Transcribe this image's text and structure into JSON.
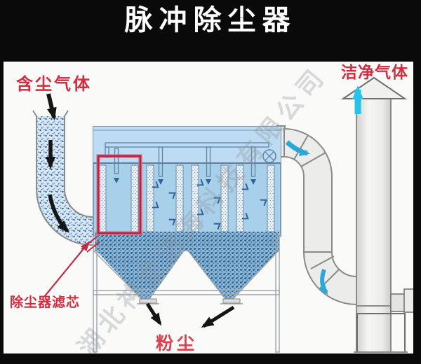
{
  "title": "脉冲除尘器",
  "watermark": "湖北神龙洁海科技有限公司",
  "labels": {
    "inlet_gas": "含尘气体",
    "clean_gas": "洁净气体",
    "filter_cartridge": "除尘器滤芯",
    "dust": "粉尘"
  },
  "colors": {
    "title-bg": "#0a0a0a",
    "title-fg": "#ffffff",
    "panel-bg": "#fafaf8",
    "label-red": "#d42b3f",
    "dust-label-red": "#d8434f",
    "flow-cyan": "#25c3ea",
    "flow-blue": "#2ba8d8",
    "highlight-pink": "#d45b74",
    "highlight-red": "#a8122f",
    "box-blue": "#a9d0eb",
    "plenum-blue": "#bddcf3",
    "dust-blue": "#8cb6da",
    "duct-gray": "#ececea"
  }
}
